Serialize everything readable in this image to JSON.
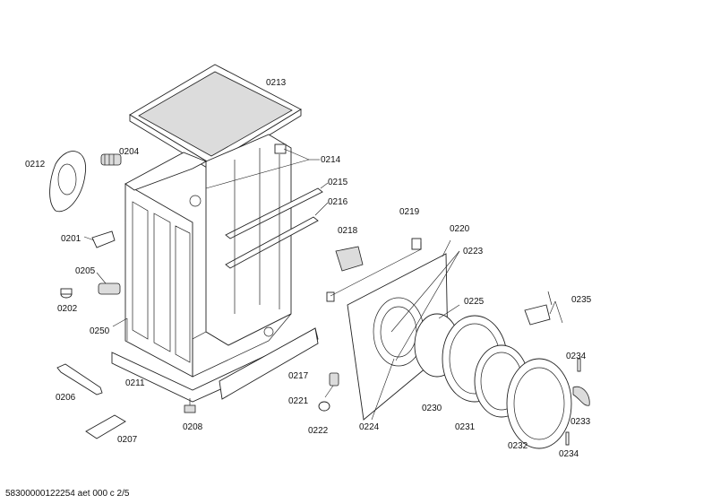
{
  "labels": {
    "p0213": "0213",
    "p0212": "0212",
    "p0204": "0204",
    "p0214": "0214",
    "p0215": "0215",
    "p0216": "0216",
    "p0201": "0201",
    "p0205": "0205",
    "p0202": "0202",
    "p0250": "0250",
    "p0206": "0206",
    "p0211": "0211",
    "p0208": "0208",
    "p0207": "0207",
    "p0217": "0217",
    "p0221": "0221",
    "p0222": "0222",
    "p0218": "0218",
    "p0219": "0219",
    "p0220": "0220",
    "p0223": "0223",
    "p0225": "0225",
    "p0224": "0224",
    "p0230": "0230",
    "p0231": "0231",
    "p0232": "0232",
    "p0235": "0235",
    "p0234a": "0234",
    "p0233": "0233",
    "p0234b": "0234"
  },
  "footer": "58300000122254 aet 000 c 2/5"
}
